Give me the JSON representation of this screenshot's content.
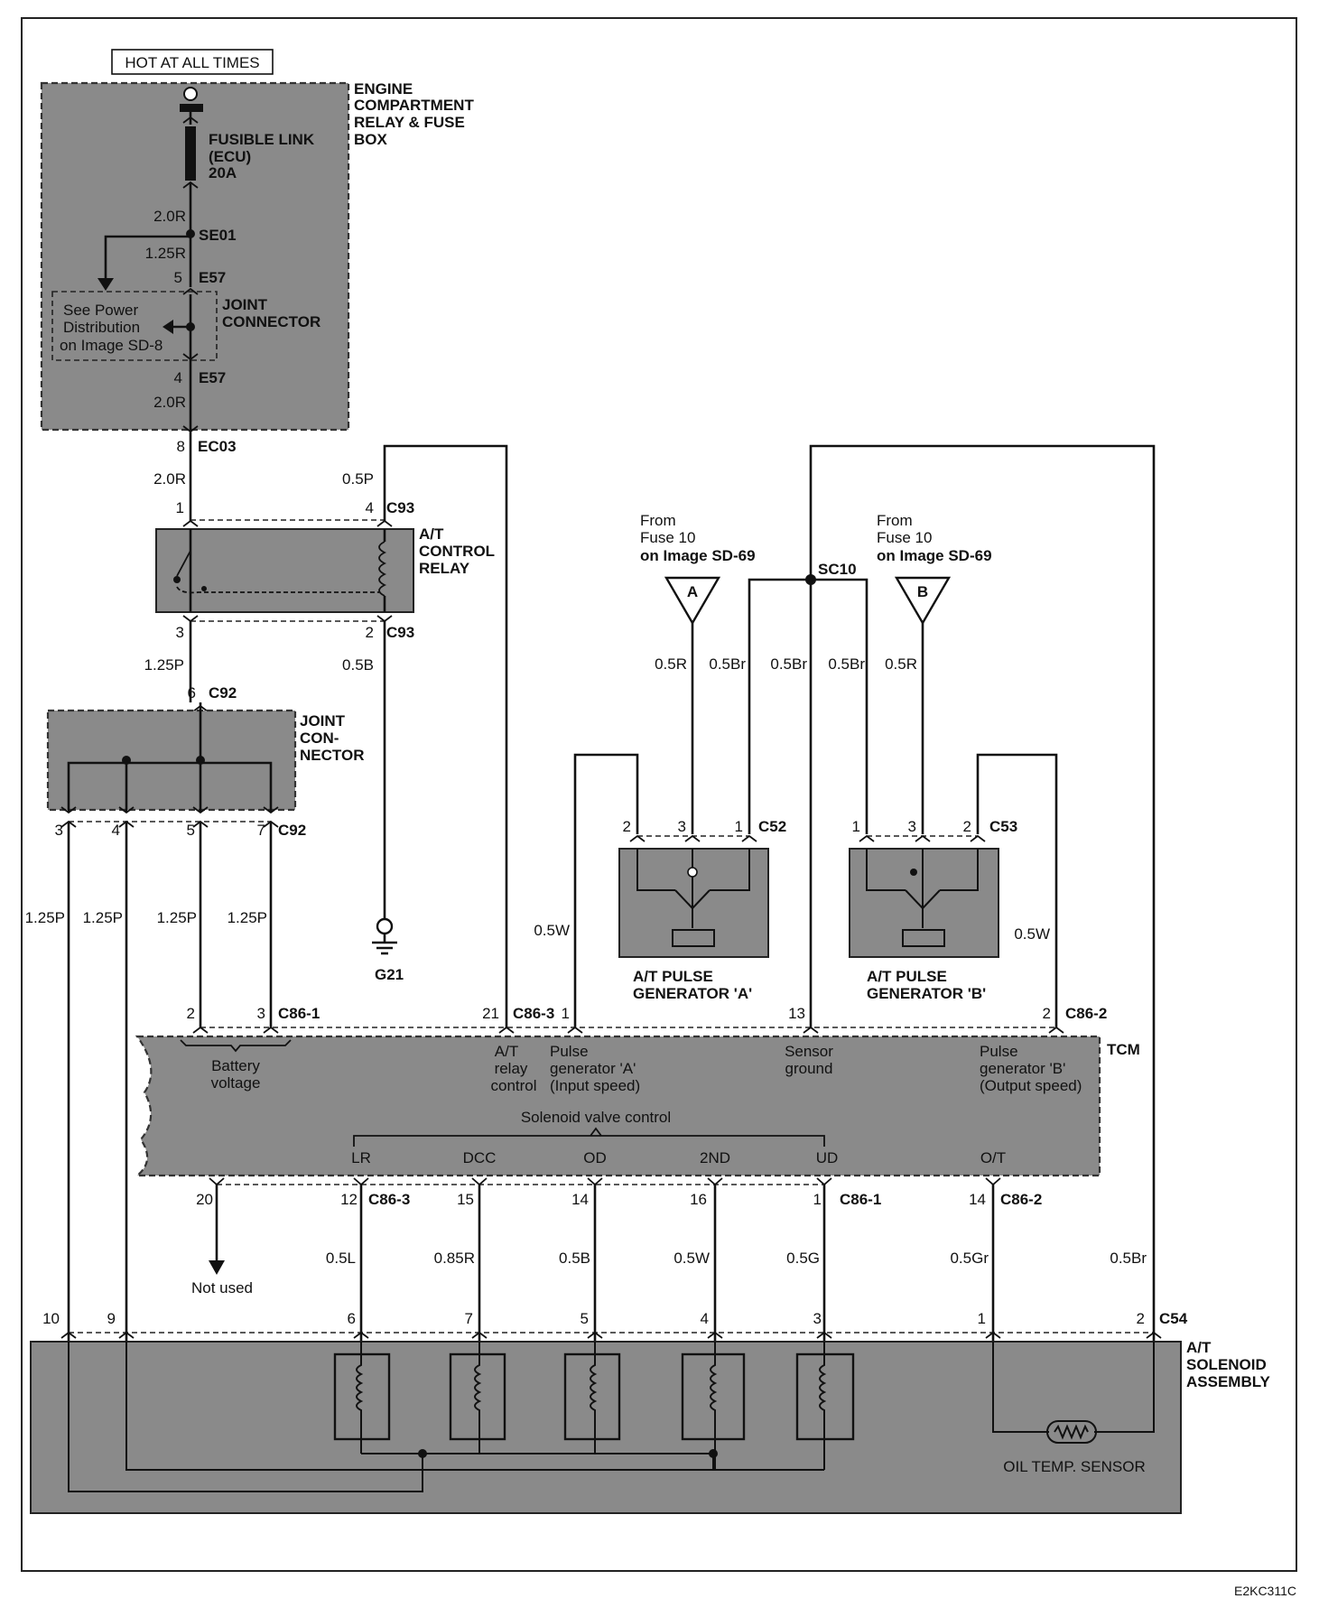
{
  "header": {
    "hot_label": "HOT AT ALL TIMES"
  },
  "fusebox": {
    "title_lines": [
      "ENGINE",
      "COMPARTMENT",
      "RELAY & FUSE",
      "BOX"
    ],
    "fusible_link_lines": [
      "FUSIBLE LINK",
      "(ECU)",
      "20A"
    ],
    "wire_top": "2.0R",
    "splice": "SE01",
    "wire_branch": "1.25R",
    "pin_e57_top": "5",
    "conn_e57": "E57",
    "joint_lines": [
      "JOINT",
      "CONNECTOR"
    ],
    "power_dist_lines": [
      "See Power",
      "Distribution",
      "on Image SD-8"
    ],
    "pin_e57_bottom": "4",
    "wire_bottom": "2.0R"
  },
  "ec03": {
    "pin": "8",
    "conn": "EC03",
    "wire": "2.0R"
  },
  "relay": {
    "title_lines": [
      "A/T",
      "CONTROL",
      "RELAY"
    ],
    "pin1": "1",
    "pin4": "4",
    "pin3": "3",
    "pin2": "2",
    "conn": "C93",
    "wire_top_right": "0.5P",
    "wire_bottom_left": "1.25P",
    "wire_bottom_right": "0.5B"
  },
  "joint2": {
    "title_lines": [
      "JOINT",
      "CON-",
      "NECTOR"
    ],
    "pin_top": "6",
    "conn": "C92",
    "pins_bottom": [
      "3",
      "4",
      "5",
      "7"
    ],
    "wires": [
      "1.25P",
      "1.25P",
      "1.25P",
      "1.25P"
    ]
  },
  "ground": {
    "label": "G21"
  },
  "pga": {
    "from_lines": [
      "From",
      "Fuse 10"
    ],
    "from_ref": "on Image SD-69",
    "flag": "A",
    "pins": [
      "2",
      "3",
      "1"
    ],
    "conn": "C52",
    "title_lines": [
      "A/T PULSE",
      "GENERATOR 'A'"
    ],
    "wire_power": "0.5R",
    "wire_ground": "0.5Br",
    "wire_signal": "0.5W"
  },
  "pgb": {
    "from_lines": [
      "From",
      "Fuse 10"
    ],
    "from_ref": "on Image SD-69",
    "flag": "B",
    "pins": [
      "1",
      "3",
      "2"
    ],
    "conn": "C53",
    "title_lines": [
      "A/T PULSE",
      "GENERATOR 'B'"
    ],
    "wire_power": "0.5R",
    "wire_ground": "0.5Br",
    "wire_signal": "0.5W"
  },
  "sc10": {
    "label": "SC10",
    "wire_a": "0.5Br",
    "wire_b": "0.5Br"
  },
  "tcm": {
    "label": "TCM",
    "top_pins": [
      {
        "pin": "2",
        "conn": ""
      },
      {
        "pin": "3",
        "conn": "C86-1"
      },
      {
        "pin": "21",
        "conn": "C86-3"
      },
      {
        "pin": "1",
        "conn": ""
      },
      {
        "pin": "13",
        "conn": ""
      },
      {
        "pin": "2",
        "conn": "C86-2"
      }
    ],
    "battery_lines": [
      "Battery",
      "voltage"
    ],
    "relay_ctrl_lines": [
      "A/T",
      "relay",
      "control"
    ],
    "pga_lines": [
      "Pulse",
      "generator 'A'",
      "(Input speed)"
    ],
    "sensor_lines": [
      "Sensor",
      "ground"
    ],
    "pgb_lines": [
      "Pulse",
      "generator 'B'",
      "(Output speed)"
    ],
    "solenoid_label": "Solenoid valve control",
    "outputs": [
      "LR",
      "DCC",
      "OD",
      "2ND",
      "UD",
      "O/T"
    ],
    "not_used_pin": "20",
    "not_used_label": "Not used"
  },
  "bottom_wires": [
    {
      "tcm_pin": "12",
      "tcm_conn": "C86-3",
      "wire": "0.5L",
      "sol_pin": "6"
    },
    {
      "tcm_pin": "15",
      "tcm_conn": "",
      "wire": "0.85R",
      "sol_pin": "7"
    },
    {
      "tcm_pin": "14",
      "tcm_conn": "",
      "wire": "0.5B",
      "sol_pin": "5"
    },
    {
      "tcm_pin": "16",
      "tcm_conn": "",
      "wire": "0.5W",
      "sol_pin": "4"
    },
    {
      "tcm_pin": "1",
      "tcm_conn": "C86-1",
      "wire": "0.5G",
      "sol_pin": "3"
    },
    {
      "tcm_pin": "14",
      "tcm_conn": "C86-2",
      "wire": "0.5Gr",
      "sol_pin": "1"
    }
  ],
  "solenoid": {
    "title_lines": [
      "A/T",
      "SOLENOID",
      "ASSEMBLY"
    ],
    "conn": "C54",
    "pin_left1": "10",
    "pin_left2": "9",
    "pin_right": "2",
    "wire_right": "0.5Br",
    "sensor_label": "OIL TEMP. SENSOR"
  },
  "footer": {
    "code": "E2KC311C"
  }
}
